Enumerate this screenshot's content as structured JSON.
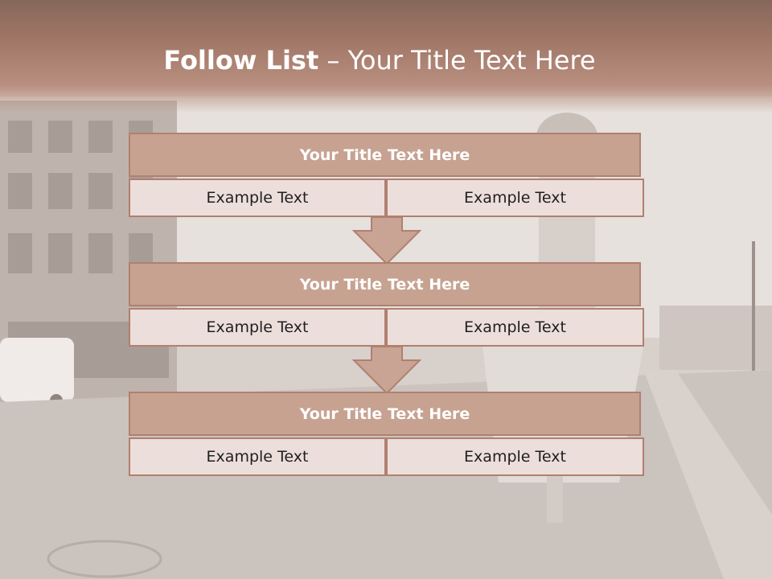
{
  "slide": {
    "title_bold": "Follow List",
    "title_rest": " – Your Title Text Here"
  },
  "steps": [
    {
      "title": "Your Title Text Here",
      "left": "Example Text",
      "right": "Example Text"
    },
    {
      "title": "Your Title Text Here",
      "left": "Example Text",
      "right": "Example Text"
    },
    {
      "title": "Your Title Text Here",
      "left": "Example Text",
      "right": "Example Text"
    }
  ],
  "colors": {
    "header": "#a07666",
    "title_fill": "#c7a291",
    "cell_fill": "#ecdedb",
    "border": "#b08070"
  }
}
